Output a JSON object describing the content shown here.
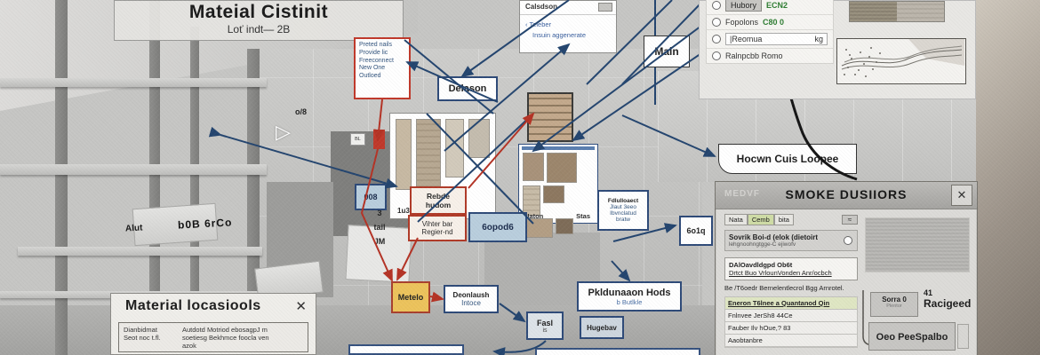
{
  "title_block": {
    "title": "Mateial Cistinit",
    "subtitle": "Loť indt— 2B"
  },
  "model": {
    "labels": {
      "alut": "Alut",
      "bob": "b0B 6rCo",
      "ov8": "o/8",
      "bl": "BL"
    },
    "column": [
      "3",
      "tail",
      "JM"
    ],
    "triangle": "▷"
  },
  "boxes": {
    "note_red": [
      "Preted nails",
      "Provide lic",
      "Freeconnect",
      "New One",
      "Outloed"
    ],
    "delason": "Delason",
    "main": "Main",
    "chip_008": "008",
    "gopol6": "6opod6",
    "rebde": [
      "Rebde",
      "hudom"
    ],
    "vihter": [
      "Vihter  bar",
      "Regier-nd"
    ],
    "metelo": "Metelo",
    "deonlaush": [
      "Deonlaush",
      "Intoce"
    ],
    "fdl": [
      "Fdlulloaect",
      "Jlaut 3eeo",
      "Ibvnclatud",
      "bratw"
    ],
    "pkld": [
      "Pkldunaaon Hods",
      "b Butlkle"
    ],
    "hugebav": "Hugebav",
    "fasl": [
      "Fasl",
      "is"
    ],
    "goiq": "6o1q",
    "hocwn": "Hocwn Cuis Loopee"
  },
  "calsdson_panel": {
    "header": "Calsdson",
    "line1": "‹ Teleber",
    "line2": "Insuin aggenerate"
  },
  "radio_panel": {
    "rows": [
      {
        "label": "Hubory",
        "value": "ECN2"
      },
      {
        "label": "Fopolons",
        "value": "C80 0"
      },
      {
        "label": "|Reomua",
        "value": "kg"
      },
      {
        "label": "Ralnpcbb Romo",
        "value": ""
      }
    ]
  },
  "swatch_panel_1": {
    "caption": "1u31"
  },
  "swatch_panel_2": {
    "caption_left": "Uaton",
    "caption_right": "Stas"
  },
  "smoke_panel": {
    "watermark": "MEDVF",
    "title": "SMOKE DUSIIORS",
    "close": "✕",
    "tabs": [
      "Nata",
      "Cemb",
      "bita"
    ],
    "tab_button": "≈",
    "item": {
      "title": "Sovrik Boi-d (elok (dietoirt",
      "subtitle": "lehgnoohngtgge-C ejiwofv"
    },
    "box_lines": [
      "DAlOavdldgpd Ob6t",
      "Drtct Buo VrlounVonden Anr/ocbch"
    ],
    "para": "Be /T6oedr Bernelentlecrol Bgg Arnrotel.",
    "rows": [
      {
        "text": "Eneron T6lnee a Quantanod Qin"
      },
      {
        "text": "Fnlnvee JerSh8 44Ce"
      },
      {
        "text": "Fauber Ilv hOue,? 83"
      },
      {
        "text": "Aaobtanbre"
      }
    ],
    "sorra_button": {
      "label": "Sorra 0",
      "sub": "Plentor"
    },
    "count": {
      "number": "41",
      "label": "Racigeed"
    },
    "big_button": "Oeo PeeSpalbo"
  },
  "material_dialog": {
    "title": "Material locasiools",
    "close": "✕",
    "col1": [
      "Dianbidmat",
      "Seot noc t.fl."
    ],
    "col2": [
      "Autdotd Motriod ebosagpJ m",
      "soetiesg Bekhmce foocla ven",
      "azok"
    ]
  }
}
